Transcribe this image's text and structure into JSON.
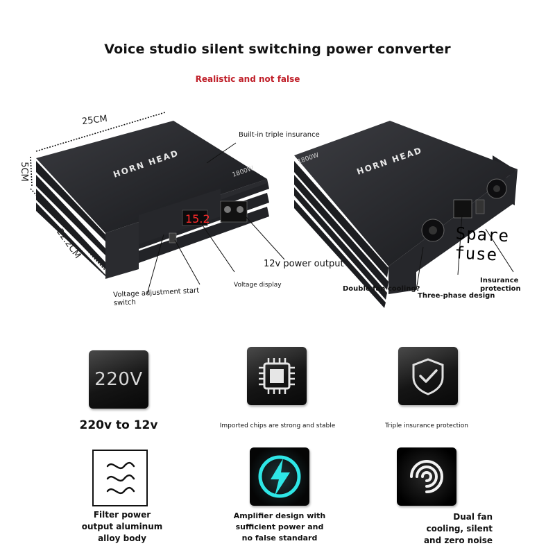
{
  "header": {
    "title": "Voice studio silent switching power converter",
    "subtitle": "Realistic and not false"
  },
  "left_unit": {
    "dims": {
      "width": "25CM",
      "height": "5CM",
      "depth": "22.2CM"
    },
    "brand": "HORN HEAD",
    "power": "1800W",
    "display_value": "15.2",
    "callouts": {
      "insurance": "Built-in triple insurance",
      "output": "12v power output",
      "display": "Voltage display",
      "switch_line1": "Voltage adjustment start",
      "switch_line2": "switch"
    }
  },
  "right_unit": {
    "brand": "HORN HEAD",
    "power": "1800W",
    "callouts": {
      "spare_fuse": "Spare fuse",
      "fan": "Double fan cooling?",
      "phase": "Three-phase design",
      "protection_line1": "Insurance",
      "protection_line2": "protection"
    }
  },
  "features": [
    {
      "icon": "voltage-220v-icon",
      "icon_text": "220V",
      "label": "220v to 12v"
    },
    {
      "icon": "chip-icon",
      "label": "Imported chips are strong and stable"
    },
    {
      "icon": "shield-check-icon",
      "label": "Triple insurance protection"
    },
    {
      "icon": "wave-filter-icon",
      "label_lines": [
        "Filter power",
        "output aluminum",
        "alloy body"
      ]
    },
    {
      "icon": "lightning-icon",
      "label_lines": [
        "Amplifier design with",
        "sufficient power and",
        "no false standard"
      ]
    },
    {
      "icon": "fan-swirl-icon",
      "label_lines": [
        "Dual fan",
        "cooling, silent",
        "and zero noise"
      ]
    }
  ],
  "colors": {
    "accent_red": "#c0202a",
    "device_body": "#1b1c1f",
    "display_red": "#ff2a2a",
    "glow_cyan": "#2ee6e6"
  }
}
